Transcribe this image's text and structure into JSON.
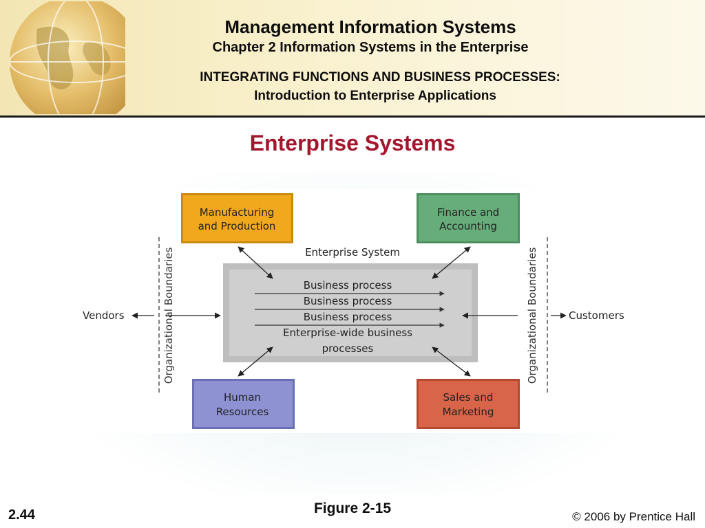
{
  "header": {
    "title": "Management Information Systems",
    "chapter": "Chapter 2 Information Systems in the Enterprise",
    "topic_line1": "INTEGRATING FUNCTIONS AND BUSINESS PROCESSES:",
    "topic_line2": "Introduction to Enterprise Applications"
  },
  "slide": {
    "title": "Enterprise Systems",
    "figure": "Figure 2-15",
    "number": "2.44",
    "copyright": "© 2006 by Prentice Hall"
  },
  "diagram": {
    "manufacturing": [
      "Manufacturing",
      "and Production"
    ],
    "finance": [
      "Finance and",
      "Accounting"
    ],
    "hr": [
      "Human",
      "Resources"
    ],
    "sales": [
      "Sales and",
      "Marketing"
    ],
    "system_label": "Enterprise System",
    "processes": [
      "Business process",
      "Business process",
      "Business process"
    ],
    "enterprise_wide": [
      "Enterprise-wide business",
      "processes"
    ],
    "vendors": "Vendors",
    "customers": "Customers",
    "boundary_label": "Organizational Boundaries"
  },
  "colors": {
    "manufacturing": "#f2a81c",
    "finance": "#66ad7a",
    "hr": "#8e92d2",
    "sales": "#d8654a",
    "system": "#c6c6c6",
    "title_red": "#a3162d"
  }
}
